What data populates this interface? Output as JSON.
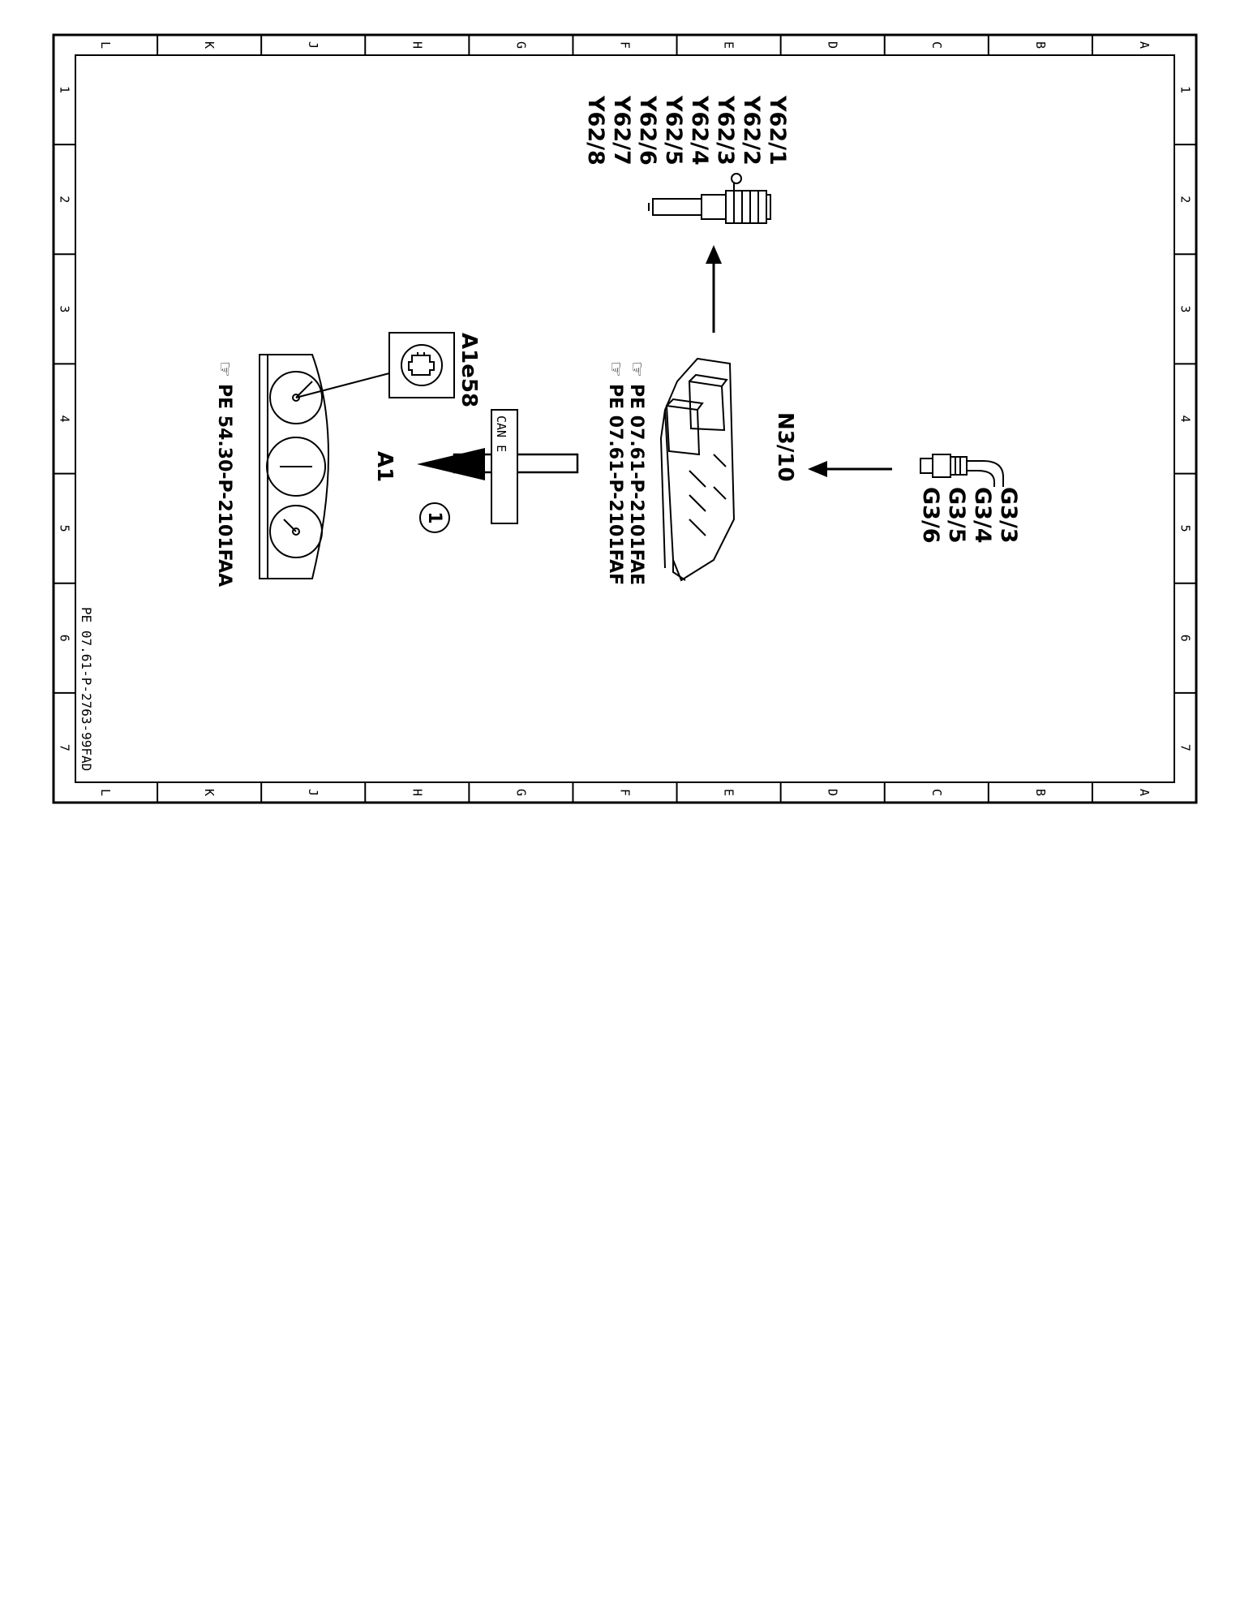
{
  "frame": {
    "columns": [
      "L",
      "K",
      "J",
      "H",
      "G",
      "F",
      "E",
      "D",
      "C",
      "B",
      "A"
    ],
    "rows": [
      "1",
      "2",
      "3",
      "4",
      "5",
      "6",
      "7"
    ]
  },
  "components": {
    "injectors": [
      "Y62/1",
      "Y62/2",
      "Y62/3",
      "Y62/4",
      "Y62/5",
      "Y62/6",
      "Y62/7",
      "Y62/8"
    ],
    "o2_sensors": [
      "G3/3",
      "G3/4",
      "G3/5",
      "G3/6"
    ],
    "ecu": "N3/10",
    "ecu_refs": [
      "PE 07.61-P-2101FAE",
      "PE 07.61-P-2101FAF"
    ],
    "bus": "CAN E",
    "bus_marker": "1",
    "cluster": "A1",
    "cluster_lamp": "A1e58",
    "cluster_ref": "PE 54.30-P-2101FAA"
  },
  "doc_number": "PE 07.61-P-2763-99FAD"
}
